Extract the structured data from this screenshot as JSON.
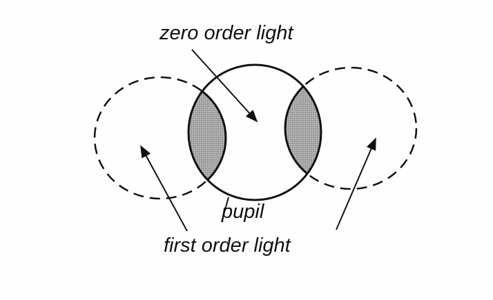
{
  "labels": {
    "zero_order": "zero order light",
    "pupil": "pupil",
    "first_order": "first order light"
  },
  "colors": {
    "line": "#111111",
    "overlap_fill": "#9c9c9c",
    "background": "#fefefe"
  }
}
